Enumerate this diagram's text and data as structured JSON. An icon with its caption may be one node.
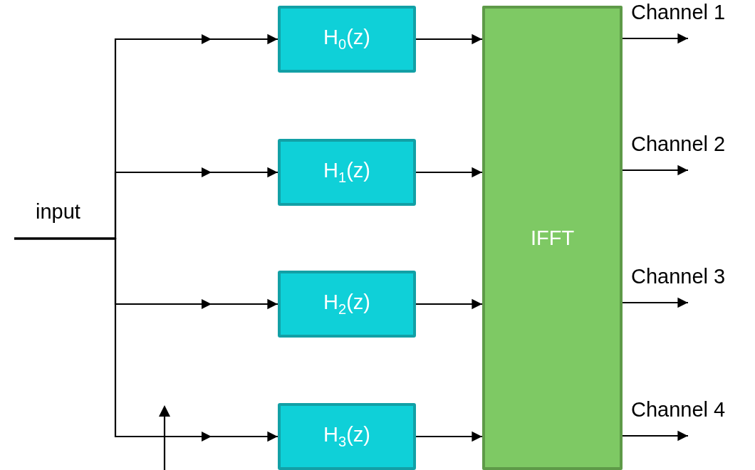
{
  "diagram": {
    "nodes": [
      {
        "text": [
          "H$_{0}$(z)"
        ]
      },
      {
        "text": [
          "H$_{1}$(z)"
        ]
      },
      {
        "text": [
          "H$_{2}$(z)"
        ]
      },
      {
        "text": [
          "H$_{3}$(z)"
        ]
      },
      {
        "text": [
          "IFFT"
        ]
      }
    ],
    "edges": [
      {
        "from": null,
        "to": 0,
        "arrow": "to"
      },
      {
        "from": null,
        "to": 1,
        "arrow": "to"
      },
      {
        "from": null,
        "to": 2,
        "arrow": "to"
      },
      {
        "from": null,
        "to": 3,
        "arrow": "to"
      },
      {
        "from": 0,
        "to": 4,
        "arrow": "to"
      },
      {
        "from": 1,
        "to": 4,
        "arrow": "to"
      },
      {
        "from": 2,
        "to": 4,
        "arrow": "to"
      },
      {
        "from": 3,
        "to": 4,
        "arrow": "to"
      },
      {
        "from": 4,
        "to": null,
        "arrow": "to",
        "label": "Channel 1"
      },
      {
        "from": 4,
        "to": null,
        "arrow": "to",
        "label": "Channel 2"
      },
      {
        "from": 4,
        "to": null,
        "arrow": "to",
        "label": "Channel 3"
      },
      {
        "from": 4,
        "to": null,
        "arrow": "to",
        "label": "Channel 4"
      }
    ],
    "labels": [
      "input"
    ]
  }
}
